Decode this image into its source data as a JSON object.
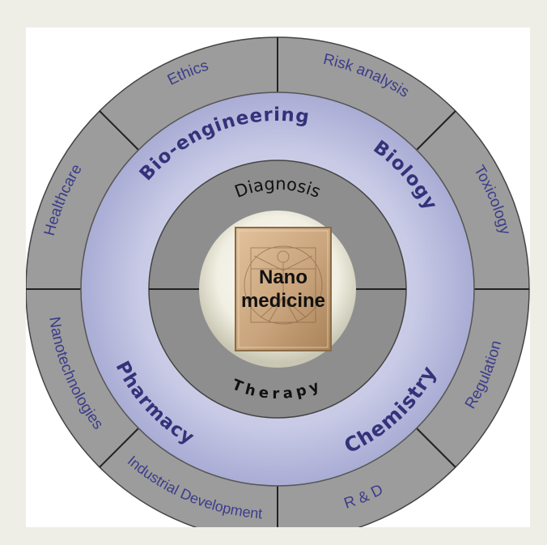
{
  "center": {
    "lines": [
      "Nano",
      "medicine"
    ]
  },
  "inner_ring": {
    "top": "Diagnosis",
    "bottom": "Therapy"
  },
  "middle_ring": {
    "labels": [
      "Bio-engineering",
      "Biology",
      "Pharmacy",
      "Chemistry"
    ]
  },
  "outer_ring": {
    "segments": [
      {
        "label": "Ethics"
      },
      {
        "label": "Risk analysis"
      },
      {
        "label": "Toxicology"
      },
      {
        "label": "Regulation"
      },
      {
        "label": "R & D"
      },
      {
        "label": "Industrial Development"
      },
      {
        "label": "Nanotechnologies"
      },
      {
        "label": "Healthcare"
      }
    ]
  },
  "colors": {
    "outer_ring": "#9c9c9c",
    "middle_ring": "#c7c9e6",
    "inner_ring": "#8e8e8e",
    "center_plate": "#ece9d8",
    "center_image": "#caa47e",
    "label_text": "#3c3c8c",
    "background": "#efeee6"
  }
}
